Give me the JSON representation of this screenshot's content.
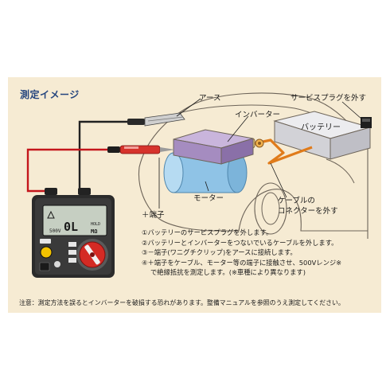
{
  "title": "測定イメージ",
  "labels": {
    "earth": "アース",
    "inverter": "インバーター",
    "service_plug": "サービスプラグを外す",
    "battery": "バッテリー",
    "motor": "モーター",
    "plus_terminal": "＋端子",
    "connector_line1": "ケーブルの",
    "connector_line2": "コネクターを外す"
  },
  "steps": [
    "①バッテリーのサービスプラグを外します。",
    "②バッテリーとインバーターをつないでいるケーブルを外します。",
    "③－端子(ワニグチクリップ)をアースに接続します。",
    "④＋端子をケーブル、モーター等の端子に接触させ、500Vレンジ※",
    "で絶縁抵抗を測定します。(※車種により異なります)"
  ],
  "note": "注意：測定方法を誤るとインバーターを破損する恐れがあります。整備マニュアルを参照のうえ測定してください。",
  "meter": {
    "display_value": "0L",
    "display_unit": "MΩ",
    "range": "500V",
    "sub": "HOLD"
  },
  "colors": {
    "panel_bg": "#f6ebd3",
    "title_blue": "#25457e",
    "lead_red": "#c4161c",
    "lead_black": "#222222",
    "cable_orange": "#e07b1a",
    "inverter_purple": "#a58cc0",
    "motor_blue": "#8fc3e6",
    "battery_gray": "#d8d8dc",
    "knob_red": "#d42a24",
    "button_yellow": "#f2c200"
  }
}
